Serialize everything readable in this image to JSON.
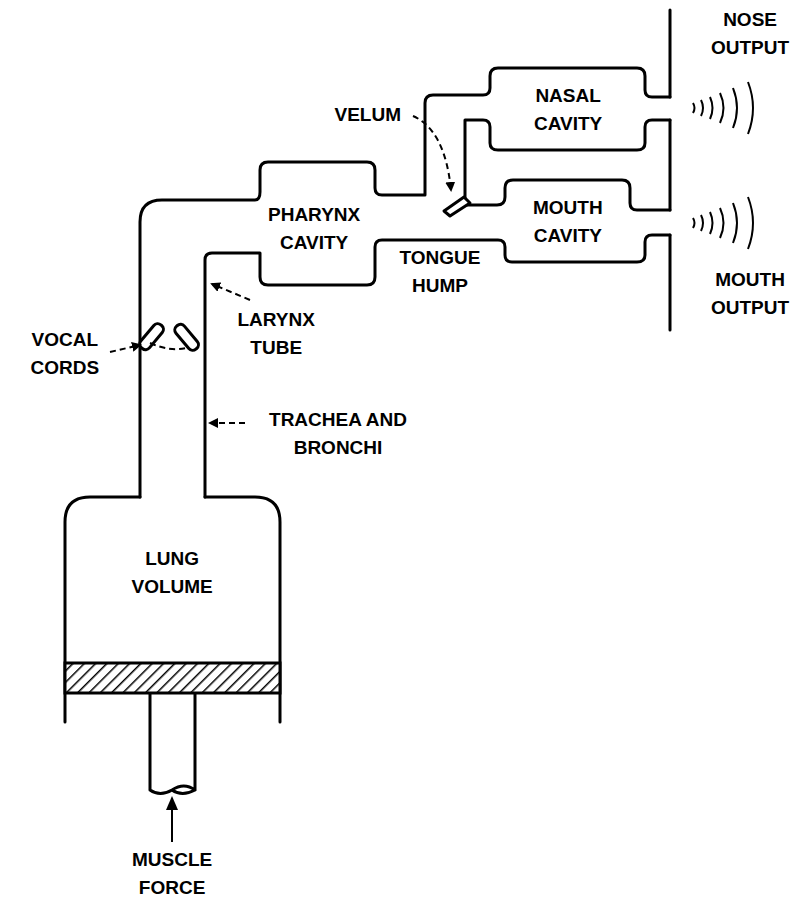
{
  "diagram": {
    "nodes": [
      {
        "text": [
          "NASAL CAVITY"
        ]
      },
      {
        "text": [
          "PHARYNX CAVITY"
        ]
      },
      {
        "text": [
          "MOUTH CAVITY"
        ]
      },
      {
        "text": [
          "LUNG VOLUME"
        ]
      }
    ],
    "labels": [
      "NOSE OUTPUT",
      "VELUM",
      "TONGUE HUMP",
      "MOUTH OUTPUT",
      "VOCAL CORDS",
      "LARYNX TUBE",
      "TRACHEA AND BRONCHI",
      "MUSCLE FORCE"
    ]
  }
}
